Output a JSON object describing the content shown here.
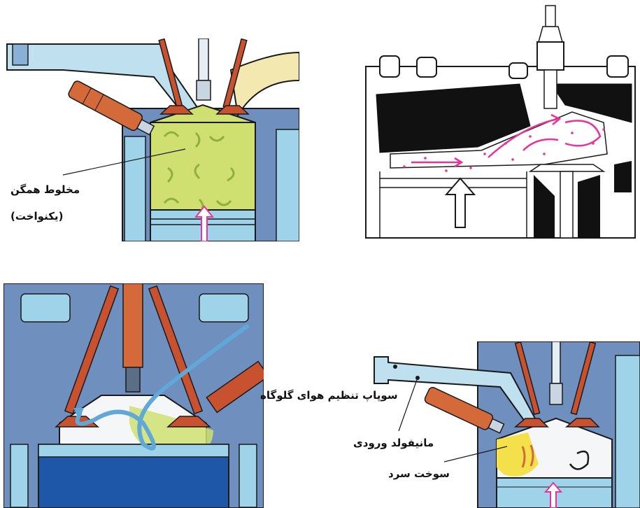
{
  "labels": {
    "homogeneous_mixture": "مخلوط همگن",
    "homogeneous_sub": "(یکنواخت)",
    "throttle_valve": "سوپاپ تنظیم هوای گلوگاه",
    "intake_manifold": "مانیفولد ورودی",
    "cold_fuel": "سوخت سرد"
  },
  "colors": {
    "outline": "#1a1a1a",
    "head_blue": "#6f8fbf",
    "port_light_blue": "#bfe0ef",
    "coolant_blue": "#9fd3ea",
    "mixture_green": "#cfe070",
    "valve_red": "#c8522f",
    "injector_orange": "#d46a3a",
    "cream": "#f3e9b0",
    "flow_pink": "#e8339a",
    "fuel_yellow": "#f4e04a",
    "chamber_white": "#f4f6f8"
  },
  "icons": [
    "spark-plug-icon",
    "intake-valve-icon",
    "exhaust-valve-icon",
    "fuel-injector-icon",
    "piston-icon",
    "arrow-up-icon"
  ]
}
